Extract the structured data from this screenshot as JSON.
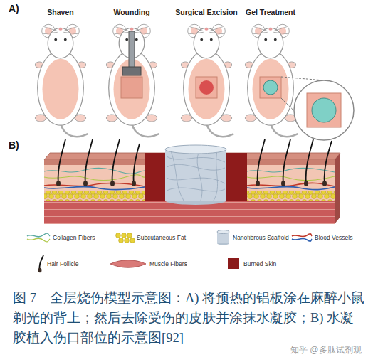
{
  "diagram": {
    "caption": "图 7　全层烧伤模型示意图：A) 将预热的铝板涂在麻醉小鼠剃光的背上；然后去除受伤的皮肤并涂抹水凝胶；B) 水凝胶植入伤口部位的示意图[92]",
    "labels": [
      "A)",
      "Shaven",
      "Wounding",
      "Surgical Excision",
      "Gel Treatment",
      "B)",
      "知乎 @多肽试剂观"
    ],
    "legend": [
      {
        "text": "Collagen Fibers"
      },
      {
        "text": "Subcutaneous Fat"
      },
      {
        "text": "Nanofibrous Scaffold"
      },
      {
        "text": "Blood Vessels"
      },
      {
        "text": "Hair Follicle"
      },
      {
        "text": "Muscle Fibers"
      },
      {
        "text": "Burned Skin",
        "color": "#8b1a1a"
      }
    ]
  }
}
